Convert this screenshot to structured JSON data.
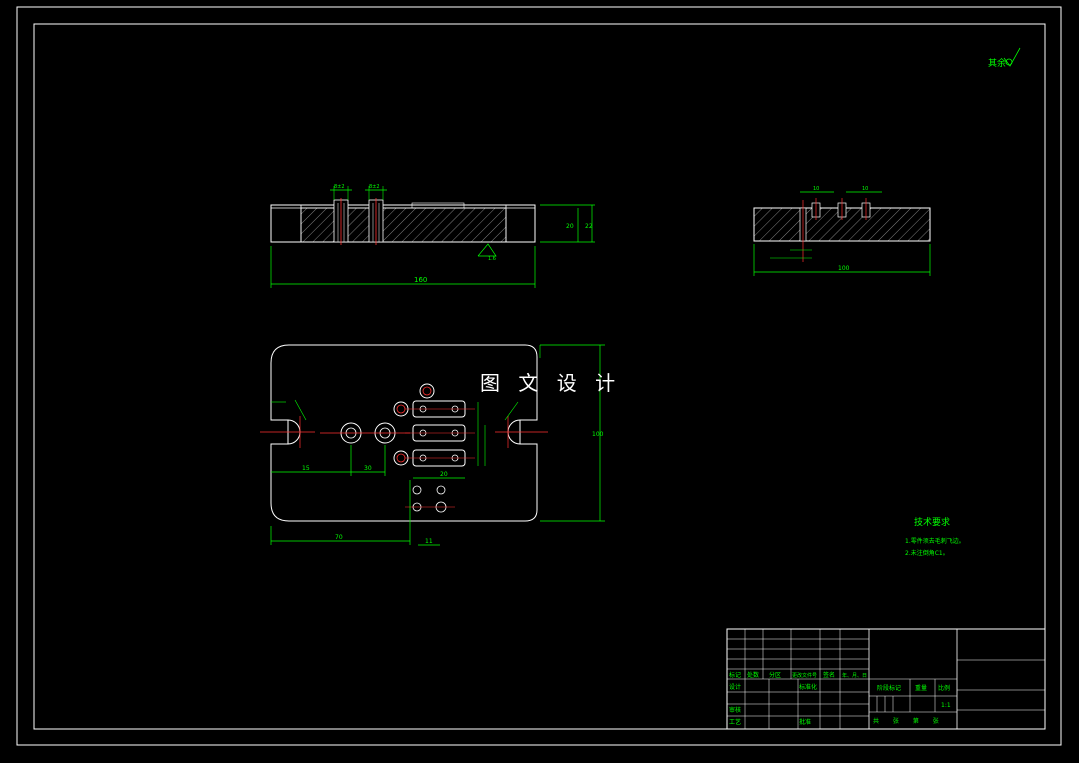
{
  "watermark": "图 文 设 计",
  "roughness_note": "其余",
  "tech_req": {
    "title": "技术要求",
    "items": [
      "1.零件须去毛刺飞边。",
      "2.未注倒角C1。"
    ]
  },
  "dims": {
    "front_len": "160",
    "front_h1": "20",
    "front_h2": "22",
    "front_slot1": "8±2",
    "front_slot2": "8±2",
    "front_rough": "1.6",
    "side_len": "100",
    "side_w1": "10",
    "side_w2": "10",
    "top_h": "100",
    "top_w1": "15",
    "top_w2": "30",
    "top_w3": "70",
    "top_w4": "20",
    "top_w5": "11"
  },
  "title_block": {
    "mark": "标记",
    "count": "处数",
    "zone": "分区",
    "doc_no": "更改文件号",
    "sign": "签名",
    "date": "年、月、日",
    "design": "设计",
    "standard": "标准化",
    "review": "审核",
    "process": "工艺",
    "approve": "批准",
    "stage": "阶段标记",
    "weight": "重量",
    "ratio": "比例",
    "ratio_val": "1:1",
    "sheets": "共  张  第  张"
  }
}
